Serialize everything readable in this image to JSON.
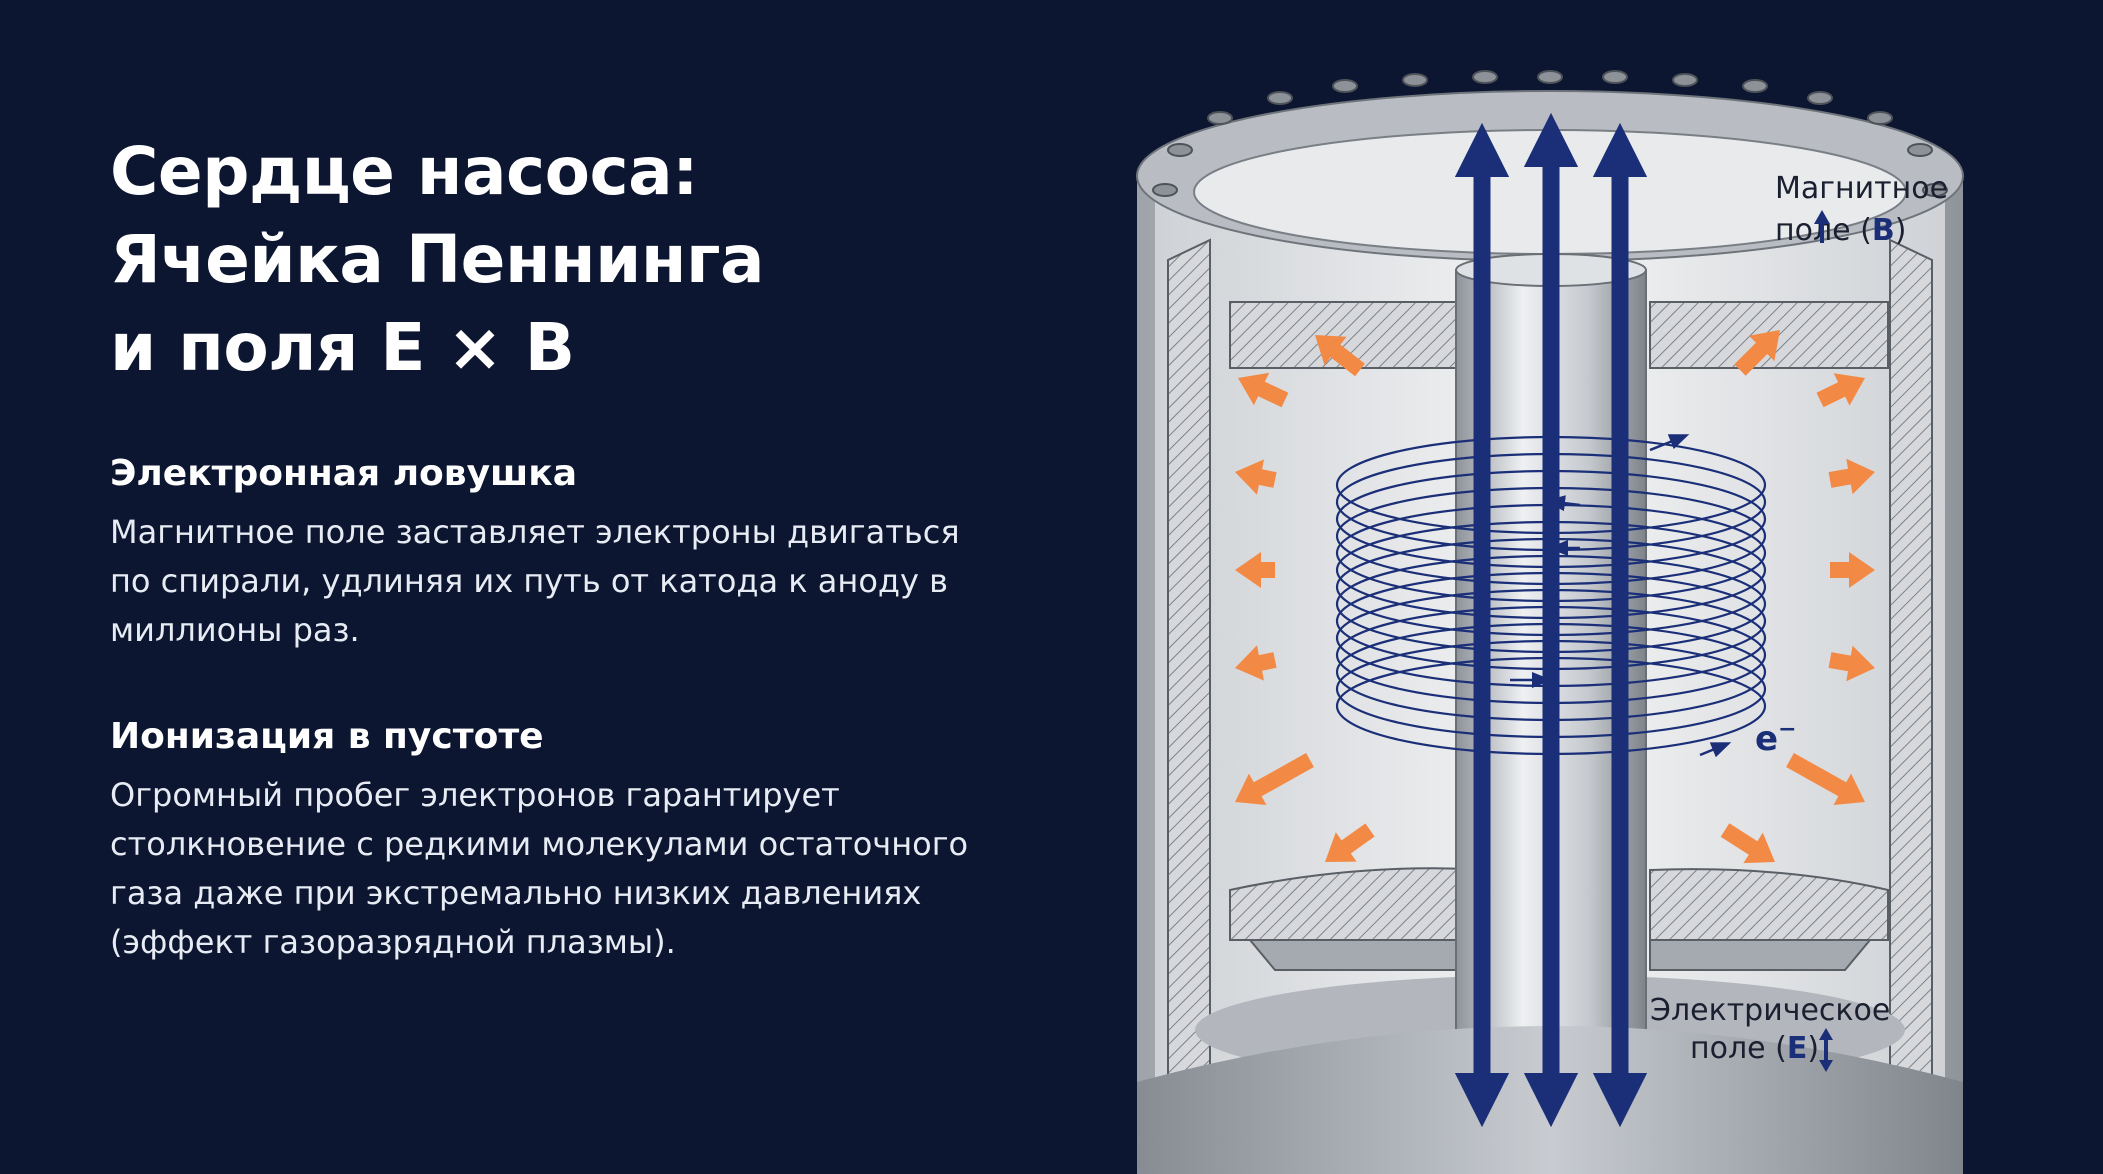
{
  "title_lines": [
    "Сердце насоса:",
    "Ячейка Пеннинга",
    "и поля E × B"
  ],
  "sections": [
    {
      "heading": "Электронная ловушка",
      "lines": [
        "Магнитное поле заставляет электроны двигаться",
        "по спирали, удлиняя их путь от катода к аноду в",
        "миллионы раз."
      ]
    },
    {
      "heading": "Ионизация в пустоте",
      "lines": [
        "Огромный пробег электронов гарантирует",
        "столкновение с редкими молекулами остаточного",
        "газа даже при экстремально низких давлениях",
        "(эффект газоразрядной плазмы)."
      ]
    }
  ],
  "diagram": {
    "magnetic_label": {
      "line1": "Магнитное",
      "line2_pre": "поле (",
      "symbol": "B",
      "line2_post": ")"
    },
    "electric_label": {
      "line1": "Электрическое",
      "line2_pre": "поле (",
      "symbol": "E",
      "line2_post": ")"
    },
    "electron_label": "e",
    "electron_sup": "−",
    "colors": {
      "background": "#0c1630",
      "field_arrow": "#1b2f78",
      "force_arrow": "#f28a45",
      "metal": "#c9cdd3"
    }
  }
}
